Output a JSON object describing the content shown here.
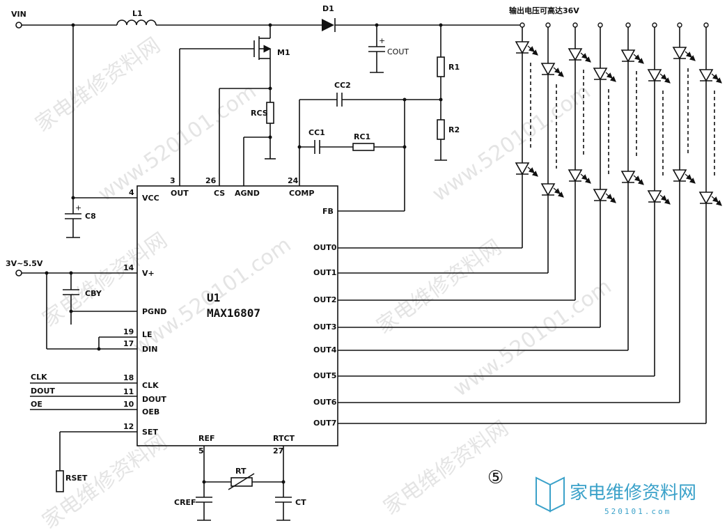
{
  "labels": {
    "vin": "VIN",
    "l1": "L1",
    "d1": "D1",
    "cout": "COUT",
    "m1": "M1",
    "rcs": "RCS",
    "r1": "R1",
    "r2": "R2",
    "cc2": "CC2",
    "cc1": "CC1",
    "rc1": "RC1",
    "c8": "C8",
    "cby": "CBY",
    "rset": "RSET",
    "cref": "CREF",
    "rt": "RT",
    "ct": "CT",
    "supply": "3V~5.5V",
    "led_note": "输出电压可高达36V",
    "figure_no": "⑤"
  },
  "chip": {
    "ref": "U1",
    "part": "MAX16807"
  },
  "top_pins": [
    {
      "num": "3",
      "name": "OUT"
    },
    {
      "num": "26",
      "name": "CS"
    },
    {
      "name": "AGND"
    },
    {
      "num": "24",
      "name": "COMP"
    }
  ],
  "left_pins": [
    {
      "num": "4",
      "name": "VCC"
    },
    {
      "num": "14",
      "name": "V+"
    },
    {
      "name": "PGND"
    },
    {
      "num": "19",
      "name": "LE"
    },
    {
      "num": "17",
      "name": "DIN"
    },
    {
      "num": "18",
      "name": "CLK",
      "ext": "CLK"
    },
    {
      "num": "11",
      "name": "DOUT",
      "ext": "DOUT"
    },
    {
      "num": "10",
      "name": "OEB",
      "ext": "OE"
    },
    {
      "num": "12",
      "name": "SET"
    }
  ],
  "right_pins": [
    "FB",
    "OUT0",
    "OUT1",
    "OUT2",
    "OUT3",
    "OUT4",
    "OUT5",
    "OUT6",
    "OUT7"
  ],
  "bottom_pins": [
    {
      "num": "5",
      "name": "REF"
    },
    {
      "num": "27",
      "name": "RTCT"
    }
  ],
  "watermark": {
    "text": "家电维修资料网",
    "url": "www.520101.com",
    "logo": "家电维修资料网",
    "logo_url": "520101.com"
  }
}
